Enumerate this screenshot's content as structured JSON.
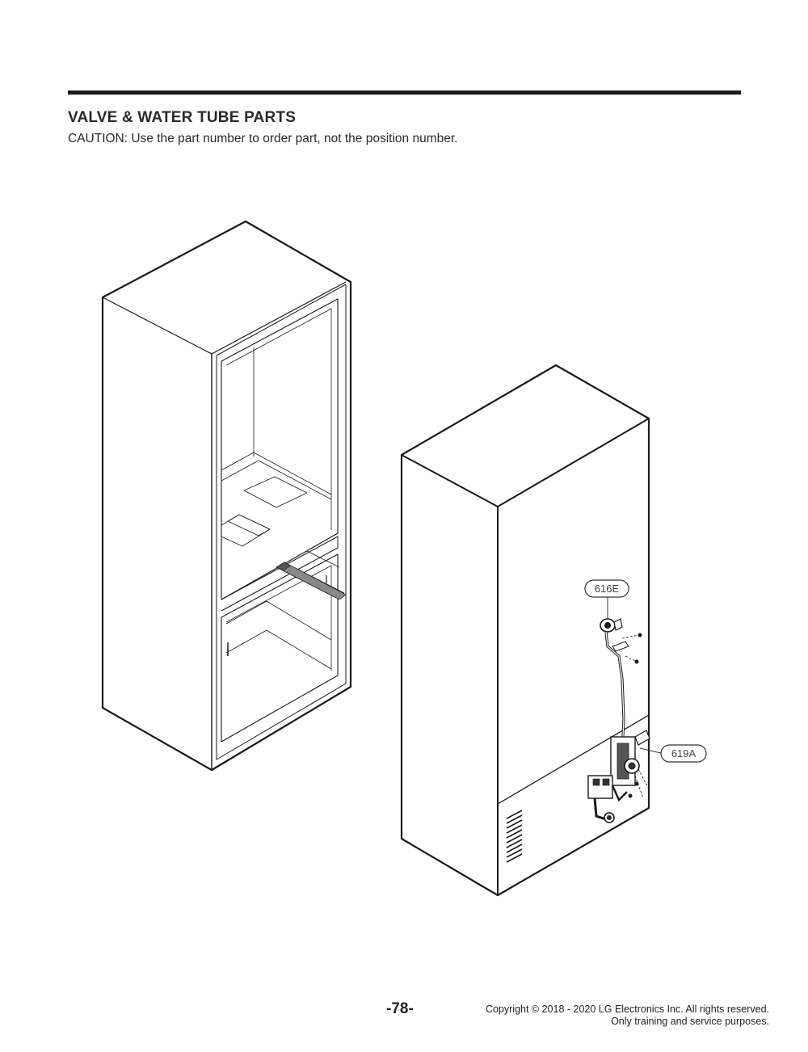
{
  "header": {
    "title": "VALVE & WATER TUBE PARTS",
    "caution": "CAUTION: Use the part number to order part, not the position number."
  },
  "diagram": {
    "callouts": [
      {
        "id": "616E",
        "label": "616E"
      },
      {
        "id": "619A",
        "label": "619A"
      }
    ]
  },
  "footer": {
    "page_number": "-78-",
    "copyright_line1": "Copyright © 2018 - 2020 LG Electronics Inc. All rights reserved.",
    "copyright_line2": "Only training and service purposes."
  }
}
